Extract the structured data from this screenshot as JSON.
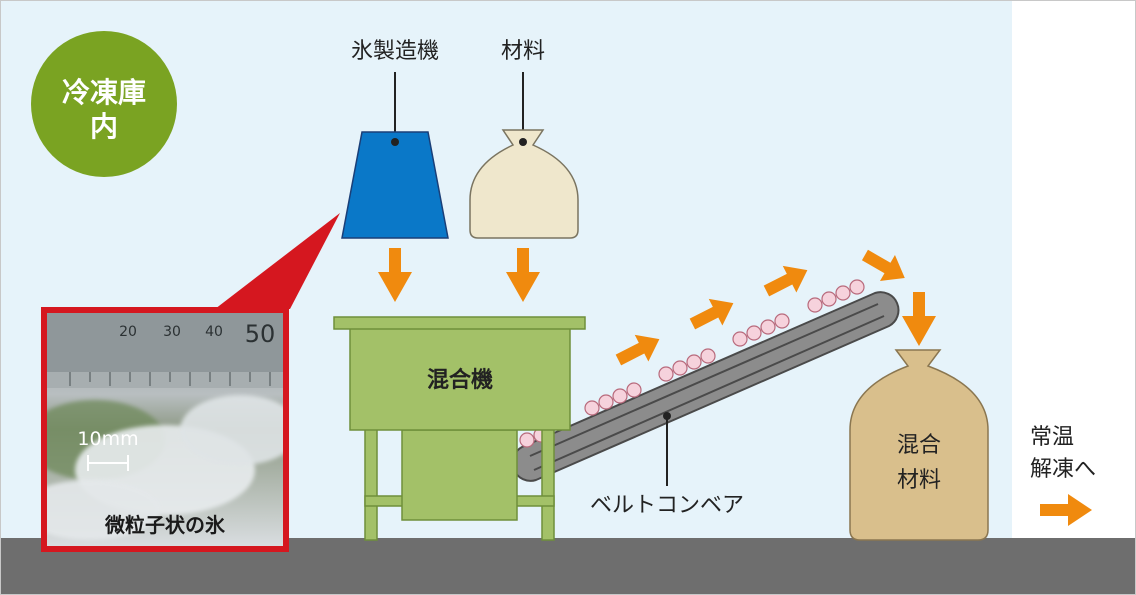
{
  "colors": {
    "freezer_bg": "#e6f3fa",
    "outside_bg": "#ffffff",
    "floor": "#6e6e6e",
    "badge": "#7aa322",
    "ice_machine": "#0a78c8",
    "material_bag": "#efe7cc",
    "mixer": "#a3c168",
    "mixer_stroke": "#6f8f3a",
    "conveyor": "#8a8a8a",
    "mixed_bag": "#d9bf8c",
    "arrow": "#f08a0e",
    "ice_ball": "#f6d2dc",
    "photo_border": "#d5171f"
  },
  "badge": {
    "line1": "冷凍庫",
    "line2": "内"
  },
  "labels": {
    "ice_machine": "氷製造機",
    "material": "材料",
    "mixer": "混合機",
    "conveyor": "ベルトコンベア",
    "mixed_line1": "混合",
    "mixed_line2": "材料",
    "thaw_line1": "常温",
    "thaw_line2": "解凍へ"
  },
  "photo": {
    "scale_numbers": [
      "20",
      "30",
      "40",
      "50"
    ],
    "scale_text": "10mm",
    "caption": "微粒子状の氷"
  },
  "icons": {
    "flow_arrow": "orange-arrow-icon"
  }
}
